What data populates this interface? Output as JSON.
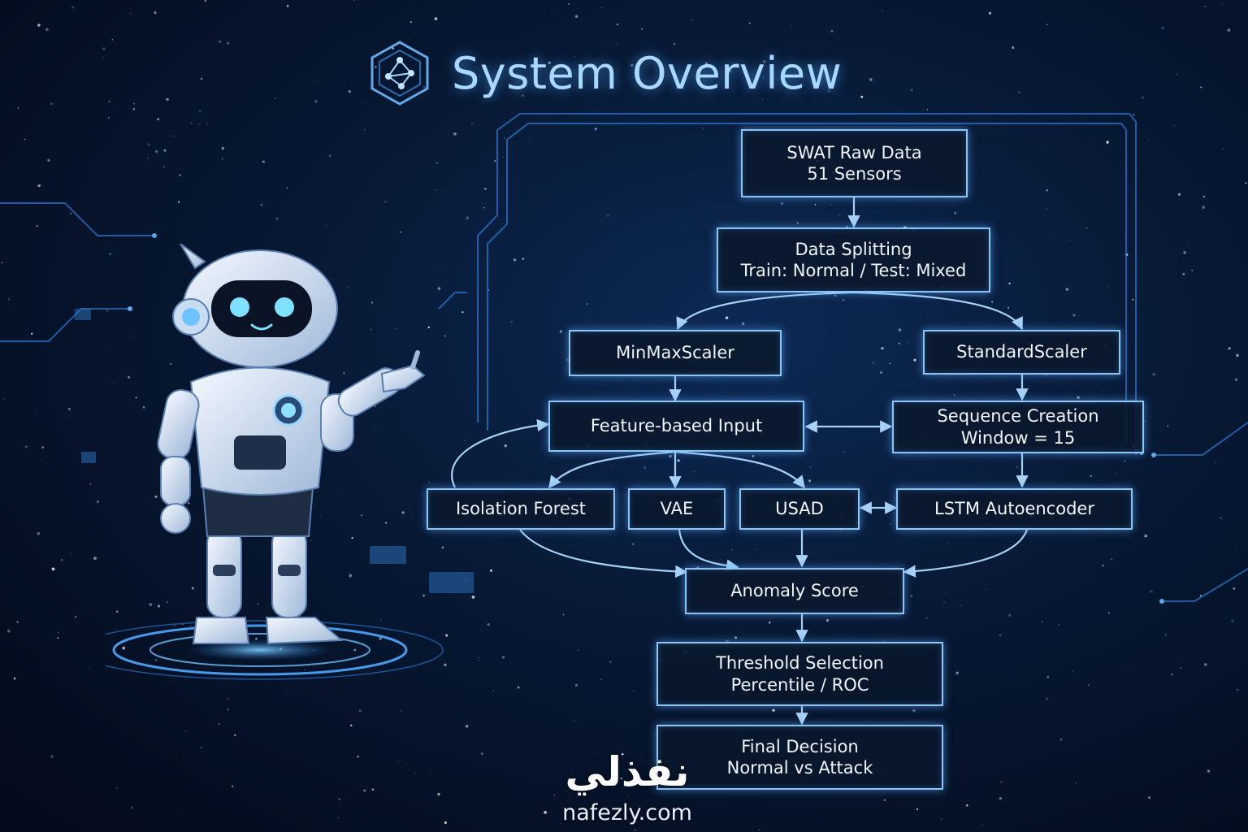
{
  "header": {
    "title": "System Overview",
    "logo_icon": "network-hexagon-icon"
  },
  "flow": {
    "raw_data": {
      "line1": "SWAT Raw Data",
      "line2": "51 Sensors"
    },
    "splitting": {
      "line1": "Data Splitting",
      "line2": "Train: Normal / Test: Mixed"
    },
    "minmax": "MinMaxScaler",
    "standard": "StandardScaler",
    "feature_input": "Feature-based Input",
    "sequence": {
      "line1": "Sequence Creation",
      "line2": "Window = 15"
    },
    "models": [
      "Isolation Forest",
      "VAE",
      "USAD",
      "LSTM Autoencoder"
    ],
    "anomaly_score": "Anomaly Score",
    "threshold": {
      "line1": "Threshold Selection",
      "line2": "Percentile / ROC"
    },
    "decision": {
      "line1": "Final Decision",
      "line2": "Normal vs Attack"
    }
  },
  "illustration": {
    "robot_icon": "robot-mascot-icon"
  },
  "watermark": {
    "arabic": "نفذلي",
    "latin": "nafezly.com"
  },
  "colors": {
    "background": "#071833",
    "node_border": "#8cc4f4",
    "node_fill": "#0a182c",
    "title": "#a9d8ff",
    "arrow": "#a7d2f5"
  }
}
